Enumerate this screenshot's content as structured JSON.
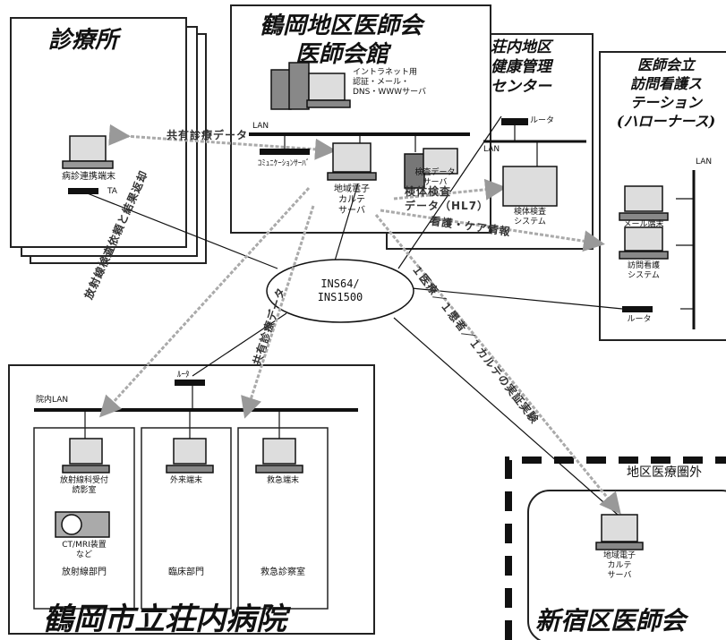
{
  "clinic": {
    "title": "診療所",
    "terminal_label": "病診連携端末",
    "ta_label": "TA"
  },
  "med_hall": {
    "title_line1": "鶴岡地区医師会",
    "title_line2": "医師会館",
    "intranet_label": "イントラネット用\n認証・メール・\nDNS・WWWサーバ",
    "lan_label": "LAN",
    "comm_server_label": "ｺﾐｭﾆｹｰｼｮﾝｻｰﾊﾞ",
    "ehr_server_label": "地域電子\nカルテ\nサーバ",
    "test_server_label": "検査データ\nサーバ"
  },
  "health_center": {
    "title": "荘内地区\n健康管理\nセンター",
    "router_label": "ルータ",
    "lan_label": "LAN",
    "lab_system_label": "検体検査\nシステム"
  },
  "visiting_nurse": {
    "title": "医師会立\n訪問看護ス\nテーション\n(ハローナース)",
    "lan_label": "LAN",
    "mail_terminal_label": "メール端末",
    "nursing_system_label": "訪問看護\nシステム",
    "router_label": "ルータ"
  },
  "hospital": {
    "title": "鶴岡市立荘内病院",
    "lan_label": "院内LAN",
    "router_label": "ﾙｰﾀ",
    "depts": [
      {
        "terminal": "放射線科受付\n読影室",
        "extra": "CT/MRI装置\nなど",
        "name": "放射線部門"
      },
      {
        "terminal": "外来端末",
        "extra": "",
        "name": "臨床部門"
      },
      {
        "terminal": "救急端末",
        "extra": "",
        "name": "救急診察室"
      }
    ]
  },
  "network": {
    "label": "INS64/\nINS1500"
  },
  "shinjuku": {
    "region_label": "地区医療圏外",
    "server_label": "地域電子\nカルテ\nサーバ",
    "title": "新宿区医師会"
  },
  "flows": {
    "shared_data": "共有診療データ",
    "specimen_data": "検体検査\nデータ（HL7）",
    "care_info": "看護・ケア情報",
    "radiology": "放射線検査依頼と結果返却",
    "shared_clinical": "共有診療データ",
    "one_patient": "１医療／１患者／１カルテの実証実験"
  }
}
